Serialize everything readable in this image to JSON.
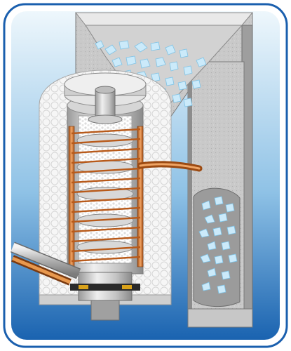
{
  "illustration": {
    "subject": "ice-maker-cutaway",
    "components": [
      "ice-storage-bin",
      "ice-chute",
      "insulation-jacket",
      "evaporator-cylinder",
      "refrigerant-coil",
      "auger",
      "refrigerant-inlet-pipe",
      "ice-opening"
    ]
  },
  "colors": {
    "frame_border": "#1a5fae",
    "frame_bg_top": "#e8f3fb",
    "frame_bg_bottom": "#1f6cb8",
    "steel_light": "#e4e4e4",
    "steel_mid": "#b8b8b8",
    "steel_dark": "#8a8a8a",
    "insulation": "#f2f2f2",
    "copper": "#c8651e",
    "copper_light": "#f0a060",
    "ice": "#bfe6f7",
    "gasket": "#2a2a2a",
    "gasket_accent": "#d9a21a"
  }
}
